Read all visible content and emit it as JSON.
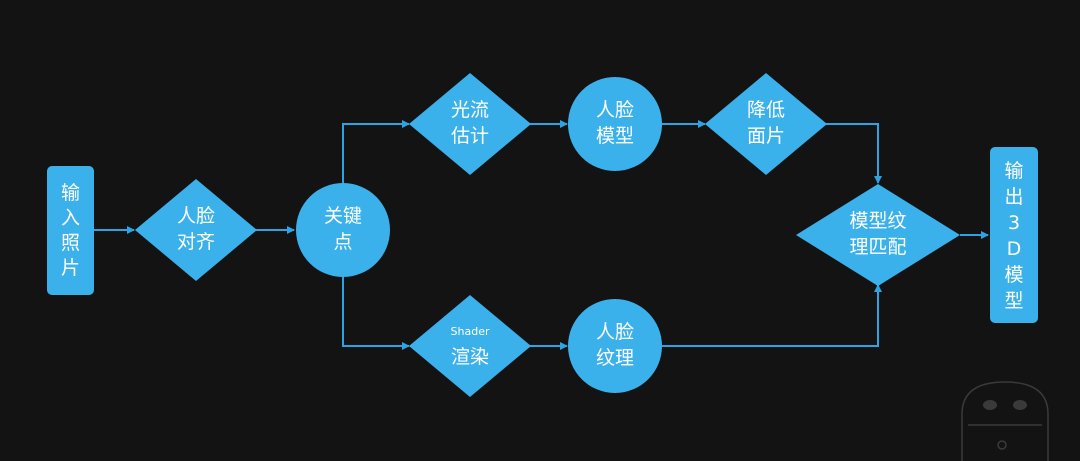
{
  "colors": {
    "background": "#131313",
    "node_fill": "#3bb1ec",
    "edge": "#2ea3e4",
    "text": "#ffffff"
  },
  "nodes": {
    "input_photo": {
      "chars": [
        "输",
        "入",
        "照",
        "片"
      ]
    },
    "face_align": {
      "lines": [
        "人脸",
        "对齐"
      ]
    },
    "keypoints": {
      "lines": [
        "关键",
        "点"
      ]
    },
    "optical_flow": {
      "lines": [
        "光流",
        "估计"
      ]
    },
    "face_model": {
      "lines": [
        "人脸",
        "模型"
      ]
    },
    "reduce_faces": {
      "lines": [
        "降低",
        "面片"
      ]
    },
    "shader_render": {
      "lines": [
        "Shader",
        "渲染"
      ]
    },
    "face_texture": {
      "lines": [
        "人脸",
        "纹理"
      ]
    },
    "model_texture_match": {
      "lines": [
        "模型纹",
        "理匹配"
      ]
    },
    "output_3d": {
      "chars": [
        "输",
        "出",
        "3",
        "D",
        "模",
        "型"
      ]
    }
  }
}
